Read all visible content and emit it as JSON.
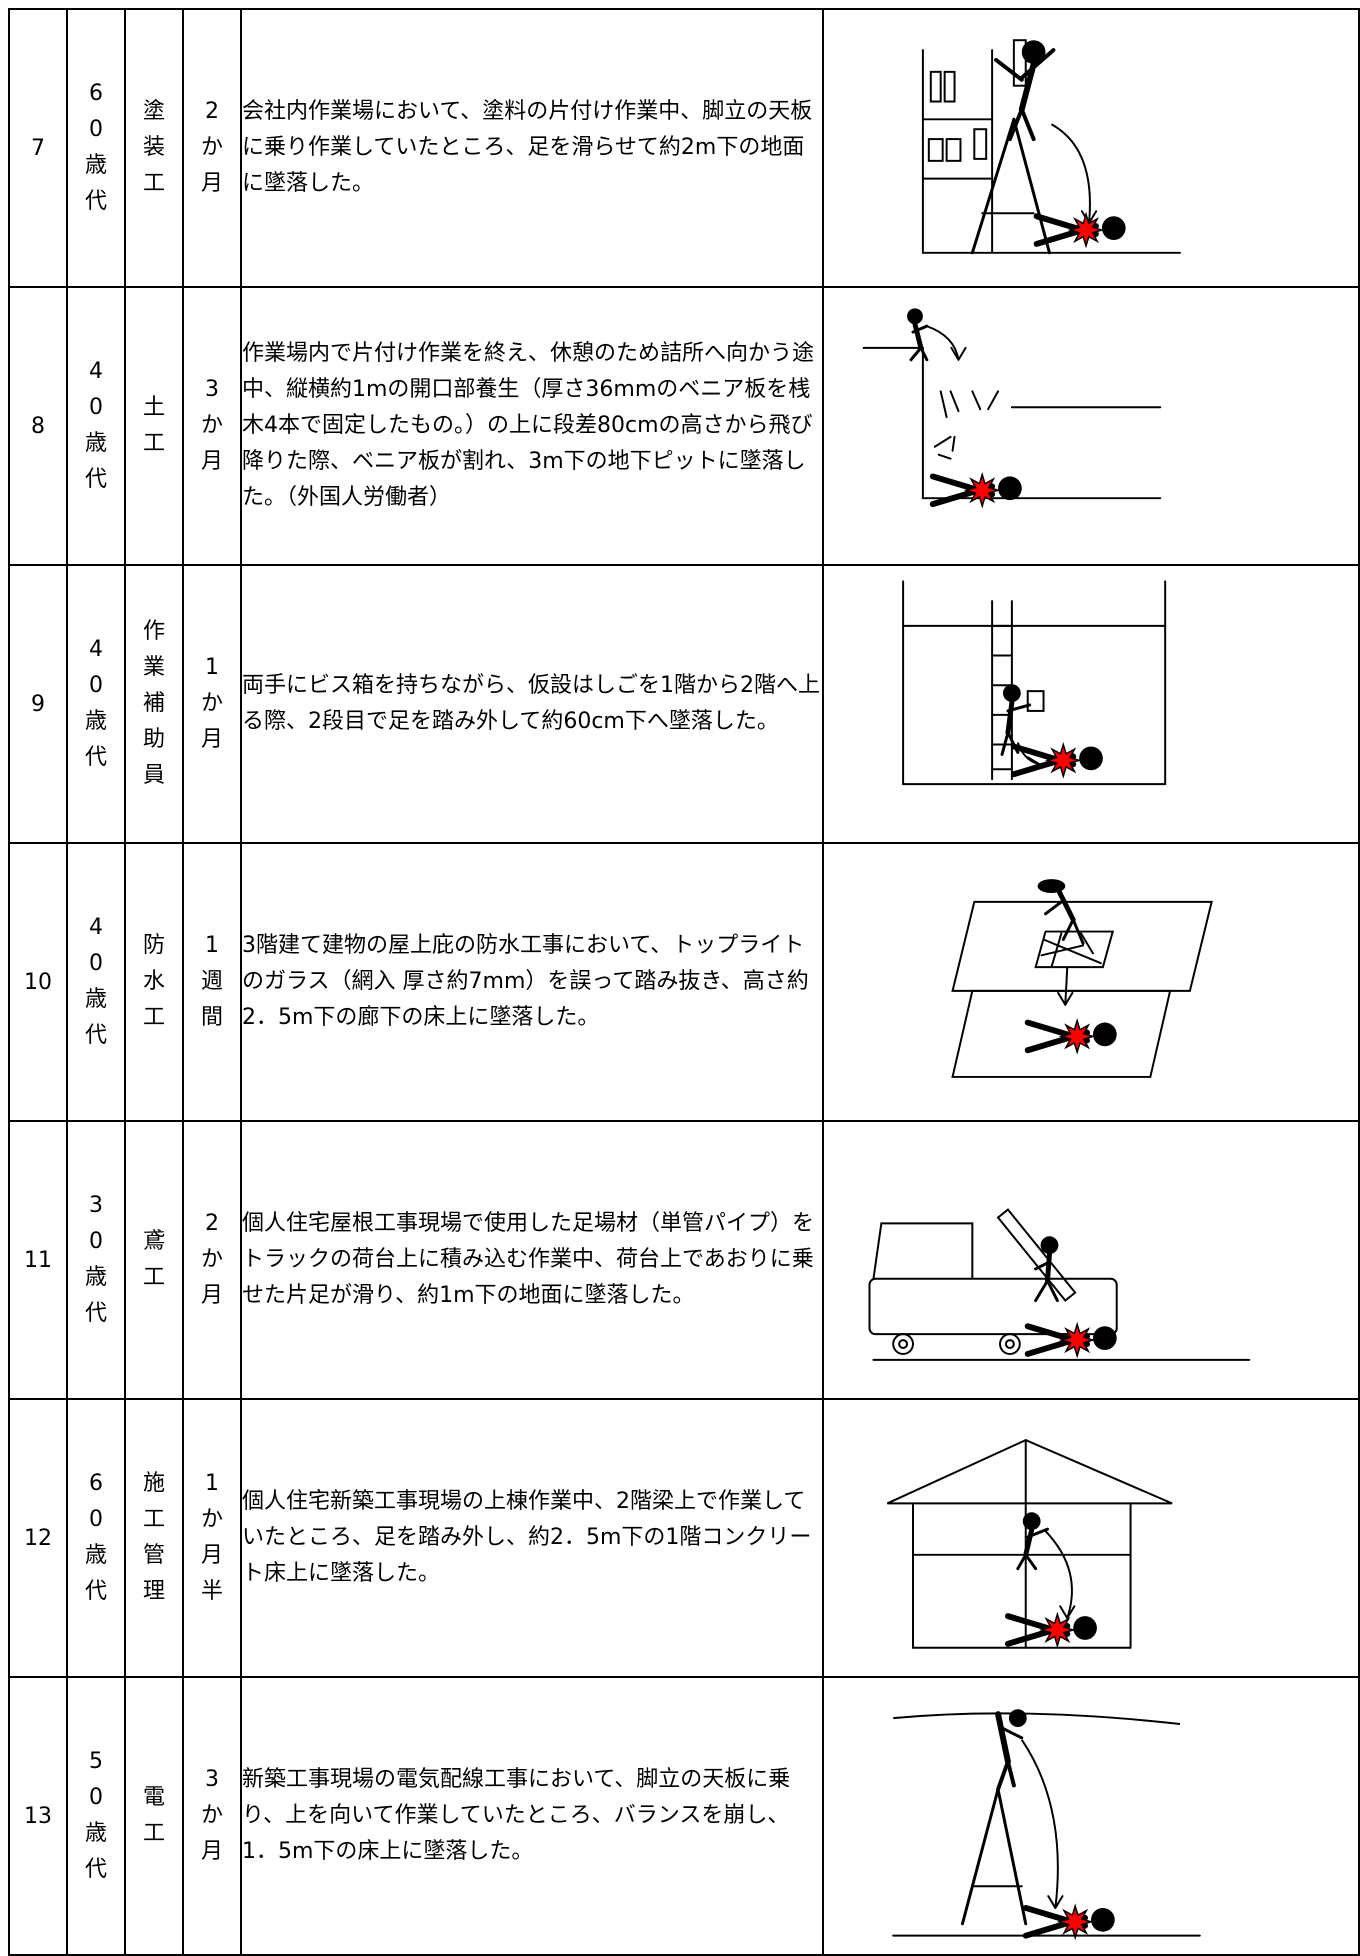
{
  "colors": {
    "line": "#000000",
    "burst": "#ff0000"
  },
  "rows": [
    {
      "num": "7",
      "age": "60歳代",
      "job": "塗装工",
      "period": "2か月",
      "desc": "会社内作業場において、塗料の片付け作業中、脚立の天板に乗り作業していたところ、足を滑らせて約2m下の地面に墜落した。",
      "illustration": "painter-stepladder-fall"
    },
    {
      "num": "8",
      "age": "40歳代",
      "job": "土工",
      "period": "3か月",
      "desc": "作業場内で片付け作業を終え、休憩のため詰所へ向かう途中、縦横約1mの開口部養生（厚さ36mmのベニア板を桟木4本で固定したもの。）の上に段差80cmの高さから飛び降りた際、ベニア板が割れ、3m下の地下ピットに墜落した。（外国人労働者）",
      "illustration": "opening-cover-break-fall"
    },
    {
      "num": "9",
      "age": "40歳代",
      "job": "作業補助員",
      "period": "1か月",
      "desc": "両手にビス箱を持ちながら、仮設はしごを1階から2階へ上る際、2段目で足を踏み外して約60cm下へ墜落した。",
      "illustration": "ladder-fall"
    },
    {
      "num": "10",
      "age": "40歳代",
      "job": "防水工",
      "period": "1週間",
      "desc": "3階建て建物の屋上庇の防水工事において、トップライトのガラス（網入 厚さ約7mm）を誤って踏み抜き、高さ約2．5m下の廊下の床上に墜落した。",
      "illustration": "skylight-breakthrough-fall"
    },
    {
      "num": "11",
      "age": "30歳代",
      "job": "鳶工",
      "period": "2か月",
      "desc": "個人住宅屋根工事現場で使用した足場材（単管パイプ）をトラックの荷台上に積み込む作業中、荷台上であおりに乗せた片足が滑り、約1m下の地面に墜落した。",
      "illustration": "truck-bed-fall"
    },
    {
      "num": "12",
      "age": "60歳代",
      "job": "施工管理",
      "period": "1か月半",
      "desc": "個人住宅新築工事現場の上棟作業中、2階梁上で作業していたところ、足を踏み外し、約2．5m下の1階コンクリート床上に墜落した。",
      "illustration": "house-beam-fall"
    },
    {
      "num": "13",
      "age": "50歳代",
      "job": "電工",
      "period": "3か月",
      "desc": "新築工事現場の電気配線工事において、脚立の天板に乗り、上を向いて作業していたところ、バランスを崩し、1．5m下の床上に墜落した。",
      "illustration": "electrician-stepladder-fall"
    }
  ]
}
